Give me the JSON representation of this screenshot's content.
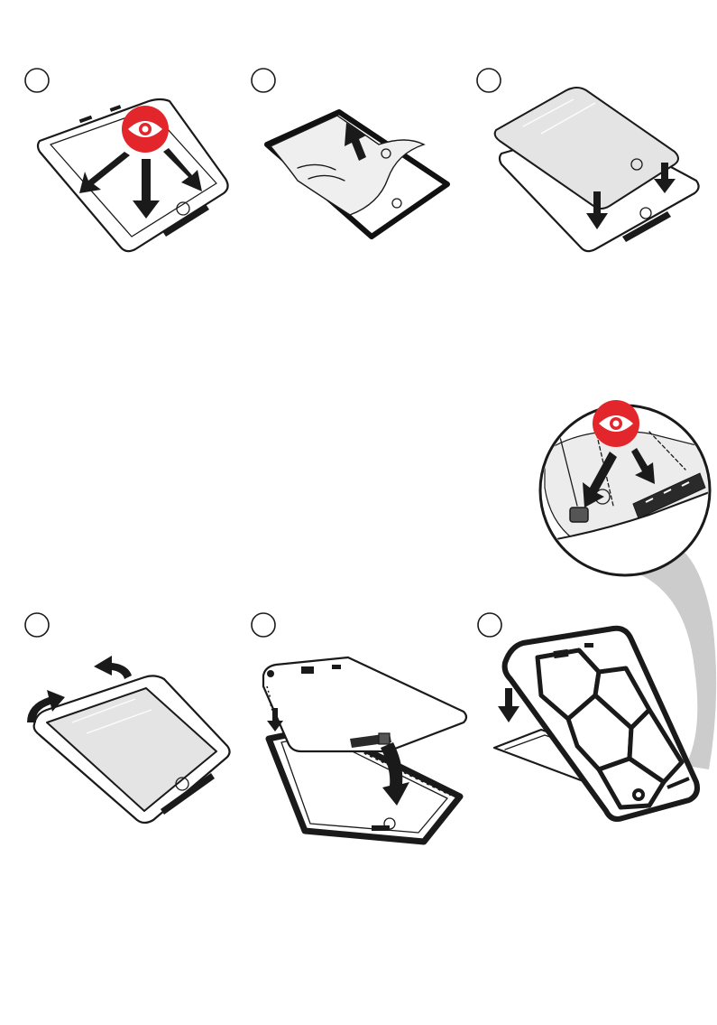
{
  "steps": [
    {
      "id": "step-1",
      "label": "",
      "icon": "eye-icon"
    },
    {
      "id": "step-2",
      "label": ""
    },
    {
      "id": "step-3",
      "label": ""
    },
    {
      "id": "step-4",
      "label": ""
    },
    {
      "id": "step-5",
      "label": ""
    },
    {
      "id": "step-6",
      "label": ""
    }
  ],
  "detail_inset": {
    "icon": "eye-icon"
  },
  "colors": {
    "accent_red": "#e3262b",
    "ink": "#1a1a1a",
    "glass": "#e4e4e4",
    "swoosh": "#cccccc"
  }
}
